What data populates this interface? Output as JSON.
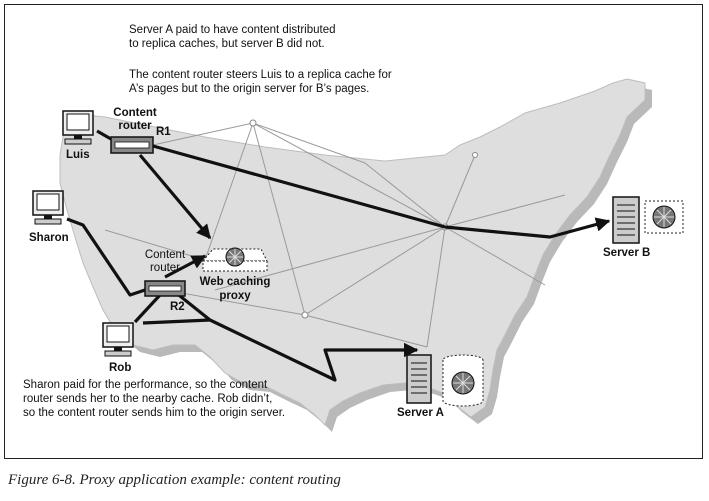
{
  "notes": {
    "top_line1": "Server A paid to have content distributed",
    "top_line2": "to replica caches, but server B did not.",
    "mid_line1": "The content router steers Luis to a replica cache for",
    "mid_line2": "A’s pages but to the origin server for B’s pages.",
    "bottom_line1": "Sharon paid for the performance, so the content",
    "bottom_line2": "router sends her to the nearby cache. Rob didn’t,",
    "bottom_line3": "so the content router sends him to the origin server."
  },
  "labels": {
    "luis": "Luis",
    "sharon": "Sharon",
    "rob": "Rob",
    "content_router_r1_line1": "Content",
    "content_router_r1_line2": "router",
    "r1": "R1",
    "content_router_r2_line1": "Content",
    "content_router_r2_line2": "router",
    "r2": "R2",
    "web_caching_line1": "Web caching",
    "web_caching_line2": "proxy",
    "server_a": "Server A",
    "server_b": "Server B"
  },
  "caption": "Figure 6-8. Proxy application example: content routing"
}
